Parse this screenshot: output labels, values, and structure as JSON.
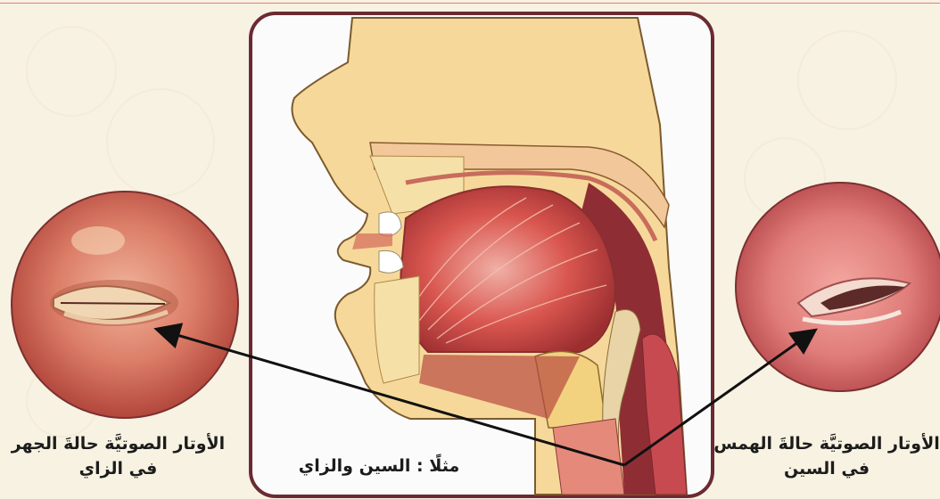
{
  "example_label": "مثلًا : السين والزاي",
  "captions": {
    "voiced": {
      "line1": "الأوتار الصوتيَّة حالةَ الجهر",
      "line2": "في الزاي"
    },
    "voiceless": {
      "line1": "الأوتار الصوتيَّة حالةَ الهمس",
      "line2": "في السين"
    }
  },
  "colors": {
    "background": "#f7f2e2",
    "frame_border": "#6b2a32",
    "skin": "#f6d99a",
    "muscle_red": "#d8564f",
    "larynx_pink": "#e58a7a",
    "arrow": "#111111"
  },
  "icons": {
    "voiced_image": "vocal-cords-closed-image",
    "voiceless_image": "vocal-cords-open-image",
    "center_image": "head-cross-section-image"
  }
}
